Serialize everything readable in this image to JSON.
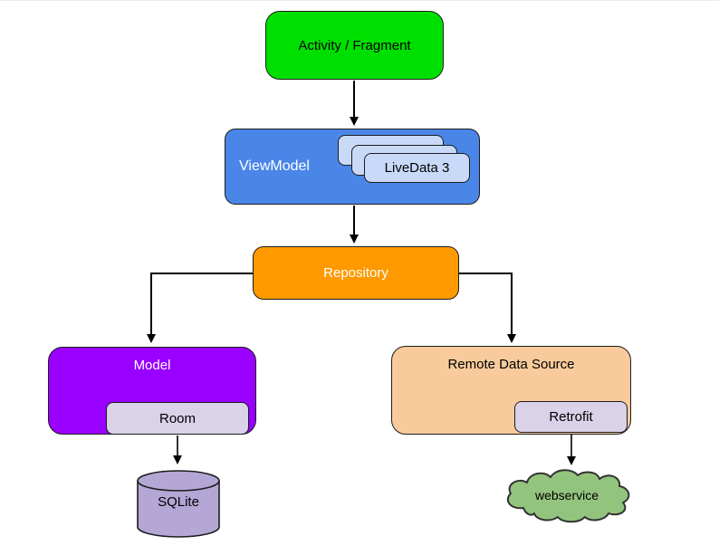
{
  "diagram": {
    "description": "Android app architecture diagram",
    "colors": {
      "activity_fill": "#00e000",
      "viewmodel_fill": "#4a86e8",
      "livedata_fill": "#c9daf8",
      "repository_fill": "#ff9900",
      "model_fill": "#9900ff",
      "room_fill": "#d9d2e9",
      "sqlite_fill": "#b4a7d6",
      "remote_fill": "#f9cb9c",
      "retrofit_fill": "#d9d2e9",
      "webservice_fill": "#93c47d",
      "connector": "#000000",
      "outline": "#1c1c1c"
    },
    "nodes": {
      "activity": {
        "label": "Activity / Fragment",
        "fill": "#00e000",
        "shape": "rounded-rect"
      },
      "viewmodel": {
        "label": "ViewModel",
        "fill": "#4a86e8",
        "shape": "rounded-rect"
      },
      "livedata": {
        "label": "LiveData 3",
        "fill": "#c9daf8",
        "shape": "rounded-rect",
        "stack_count": 3
      },
      "repository": {
        "label": "Repository",
        "fill": "#ff9900",
        "shape": "rounded-rect"
      },
      "model": {
        "label": "Model",
        "fill": "#9900ff",
        "shape": "rounded-rect"
      },
      "room": {
        "label": "Room",
        "fill": "#d9d2e9",
        "shape": "rounded-rect"
      },
      "sqlite": {
        "label": "SQLite",
        "fill": "#b4a7d6",
        "shape": "cylinder"
      },
      "remote_data_source": {
        "label": "Remote Data Source",
        "fill": "#f9cb9c",
        "shape": "rounded-rect"
      },
      "retrofit": {
        "label": "Retrofit",
        "fill": "#d9d2e9",
        "shape": "rounded-rect"
      },
      "webservice": {
        "label": "webservice",
        "fill": "#93c47d",
        "shape": "cloud"
      }
    },
    "edges": [
      {
        "from": "activity",
        "to": "viewmodel",
        "style": "arrow"
      },
      {
        "from": "viewmodel",
        "to": "repository",
        "style": "arrow"
      },
      {
        "from": "repository",
        "to": "model",
        "style": "elbow-arrow"
      },
      {
        "from": "repository",
        "to": "remote_data_source",
        "style": "elbow-arrow"
      },
      {
        "from": "room",
        "to": "sqlite",
        "style": "arrow"
      },
      {
        "from": "retrofit",
        "to": "webservice",
        "style": "arrow"
      }
    ]
  }
}
